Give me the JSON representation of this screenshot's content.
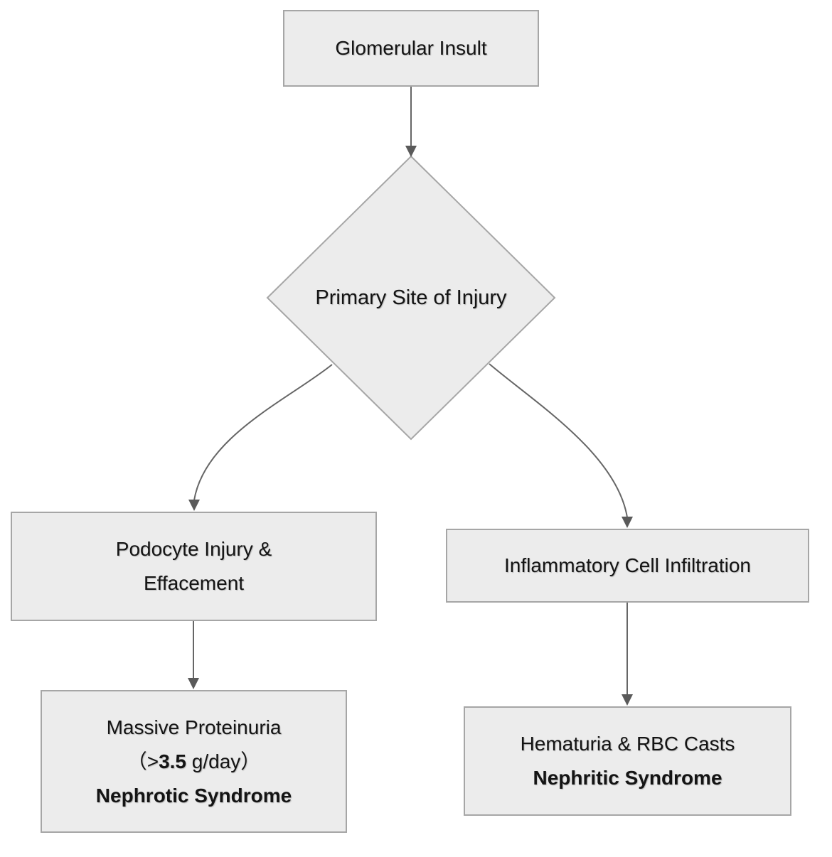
{
  "diagram": {
    "type": "flowchart",
    "direction": "top-down",
    "nodes": {
      "insult": {
        "shape": "rect",
        "label": "Glomerular Insult"
      },
      "decision": {
        "shape": "diamond",
        "label": "Primary Site of Injury"
      },
      "podocyte": {
        "shape": "rect",
        "line1": "Podocyte Injury &",
        "line2": "Effacement"
      },
      "inflammatory": {
        "shape": "rect",
        "label": "Inflammatory Cell Infiltration"
      },
      "proteinuria": {
        "shape": "rect",
        "line1": "Massive Proteinuria",
        "line2_prefix": "（>",
        "line2_bold": "3.5",
        "line2_suffix": " g/day）",
        "line3": "Nephrotic Syndrome"
      },
      "hematuria": {
        "shape": "rect",
        "line1": "Hematuria & RBC Casts",
        "line2": "Nephritic Syndrome"
      }
    },
    "edges": [
      {
        "from": "insult",
        "to": "decision"
      },
      {
        "from": "decision",
        "to": "podocyte"
      },
      {
        "from": "decision",
        "to": "inflammatory"
      },
      {
        "from": "podocyte",
        "to": "proteinuria"
      },
      {
        "from": "inflammatory",
        "to": "hematuria"
      }
    ],
    "colors": {
      "node_fill": "#ececec",
      "node_border": "#a6a6a6",
      "edge": "#666666",
      "arrowhead": "#5a5a5a",
      "text": "#141414",
      "background": "#ffffff"
    }
  }
}
